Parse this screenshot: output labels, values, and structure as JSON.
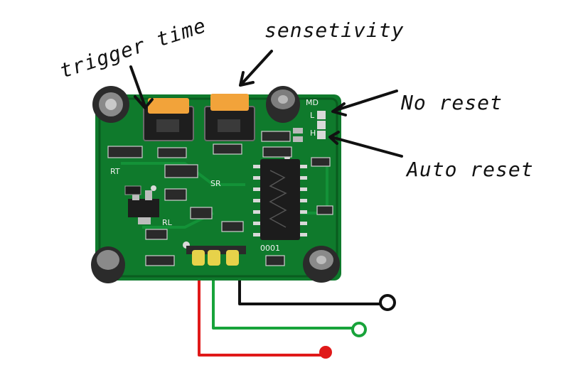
{
  "labels": {
    "trigger_time": "trigger time",
    "sensitivity": "sensetivity",
    "no_reset": "No reset",
    "auto_reset": "Auto reset"
  },
  "board_silkscreen": {
    "rt": "RT",
    "sr": "SR",
    "rl": "RL",
    "l": "L",
    "h": "H",
    "md": "MD",
    "chip": "0001"
  },
  "colors": {
    "board": "#0f7a2c",
    "board_dark": "#0a5c1f",
    "trimmer_knob": "#f2a33a",
    "header_pin": "#e7d24a",
    "wire_red": "#e01919",
    "wire_green": "#18a33a",
    "wire_black": "#111111"
  }
}
